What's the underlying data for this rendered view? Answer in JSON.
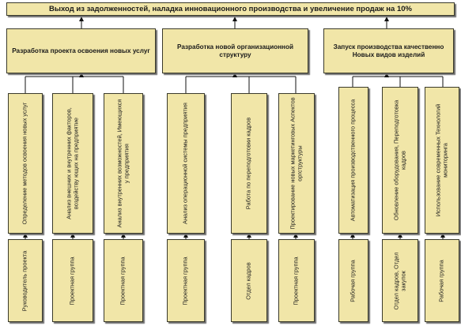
{
  "title": "Выход из задолженностей,  наладка инновационного производства и увеличение продаж на 10%",
  "branches": [
    {
      "label": "Разработка проекта освоения новых услуг",
      "tasks": [
        {
          "task": "Определение методов освоения новых услуг",
          "owner": "Руководитель проекта"
        },
        {
          "task": "Анализ внешних и внутренних факторов, воздейству ющих на предприятие",
          "owner": "Проектная группа"
        },
        {
          "task": "Анализ внутренних возможностей, Имеющихся у предприятия",
          "owner": "Проектная группа"
        }
      ]
    },
    {
      "label": "Разработка новой организационной структуру",
      "tasks": [
        {
          "task": "Анализ операционной системы предприятия",
          "owner": "Проектная группа"
        },
        {
          "task": "Работа по переподготовки кадров",
          "owner": "Отдел кадров"
        },
        {
          "task": "Проектирование новых маркетинговых Аспектов оргструктуры",
          "owner": "Проектная группа"
        }
      ]
    },
    {
      "label": "Запуск производства качественно Новых видов изделий",
      "tasks": [
        {
          "task": "Автоматизация производственного процесса",
          "owner": "Рабочая группа"
        },
        {
          "task": "Обновление оборудования, Переподготовка кадров",
          "owner": "Отдел кадров, Отдел закупок"
        },
        {
          "task": "Использование современных Технологий мониторинга",
          "owner": "Рабочая группа"
        }
      ]
    }
  ]
}
